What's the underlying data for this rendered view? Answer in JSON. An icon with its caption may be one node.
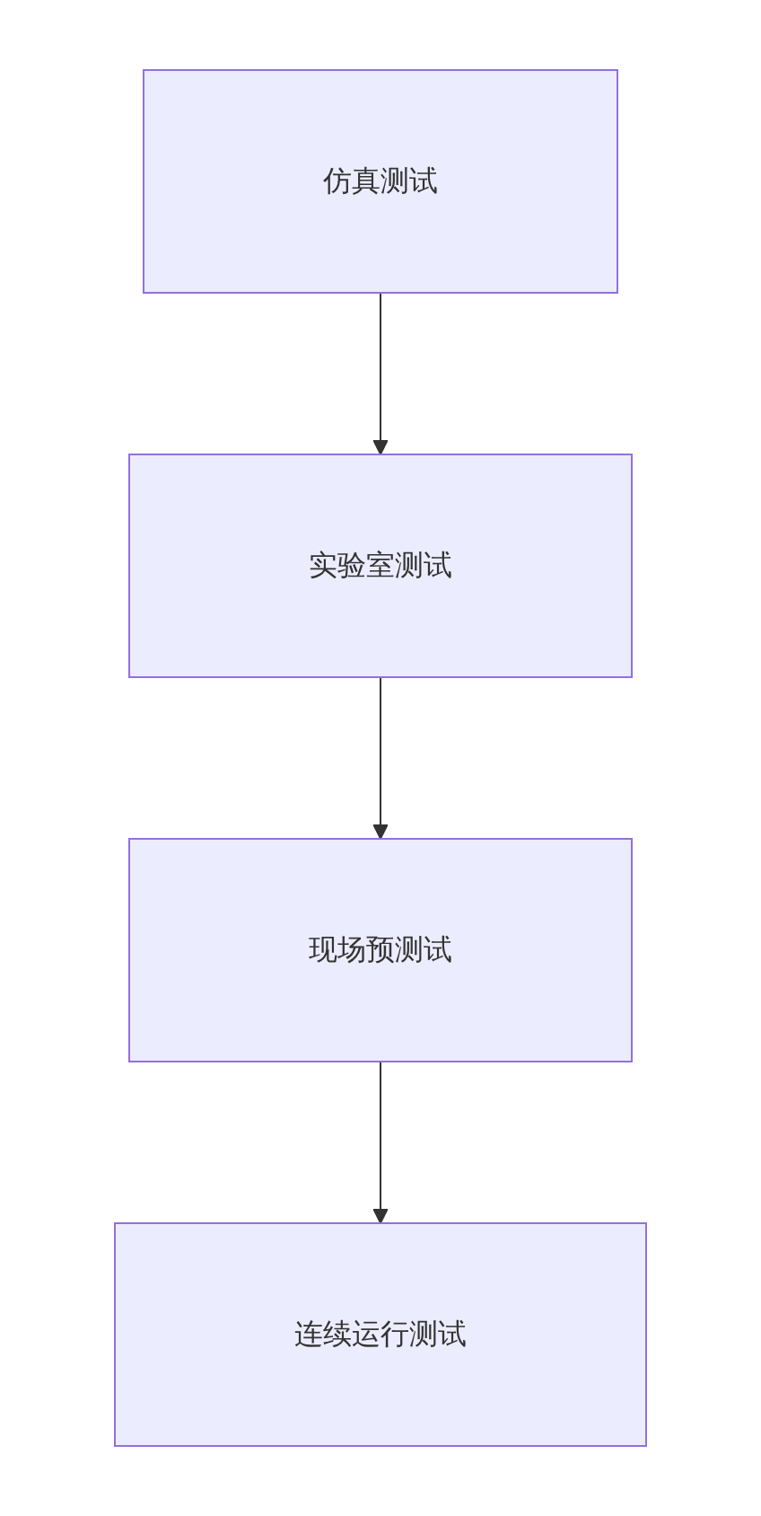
{
  "diagram": {
    "nodes": [
      {
        "text": [
          "仿真测试"
        ]
      },
      {
        "text": [
          "实验室测试"
        ]
      },
      {
        "text": [
          "现场预测试"
        ]
      },
      {
        "text": [
          "连续运行测试"
        ]
      }
    ],
    "edges": [
      {
        "from": 0,
        "to": 1,
        "arrow": "to"
      },
      {
        "from": 1,
        "to": 2,
        "arrow": "to"
      },
      {
        "from": 2,
        "to": 3,
        "arrow": "to"
      }
    ]
  }
}
